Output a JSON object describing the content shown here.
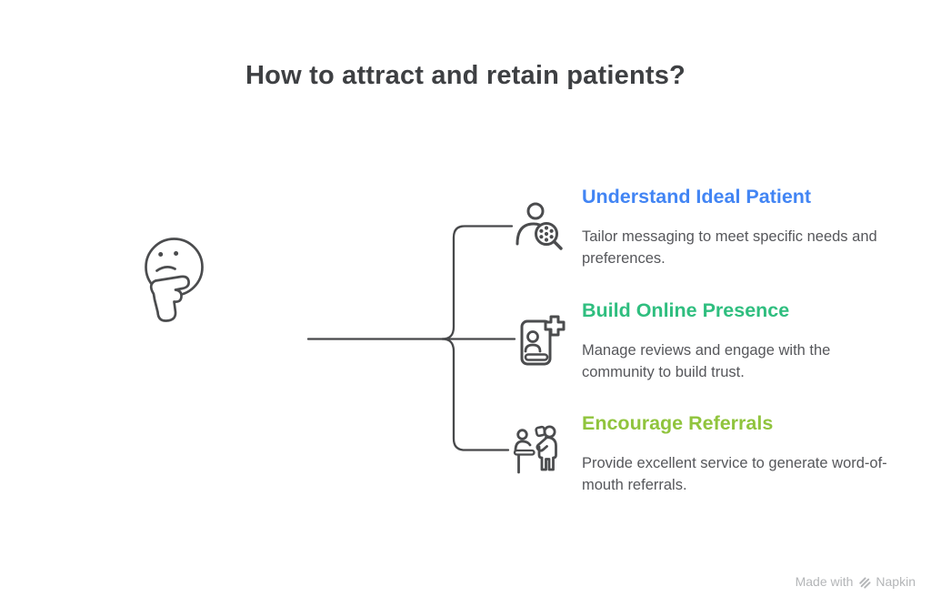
{
  "title": "How to attract and retain patients?",
  "colors": {
    "title_text": "#3e4043",
    "body_text": "#56575b",
    "connector": "#47484a",
    "icon_stroke": "#4b4c4e",
    "heading_blue": "#4285f4",
    "heading_green": "#2fbe7f",
    "heading_lime": "#90c43d",
    "watermark_gray": "#b4b6b8"
  },
  "root_icon": "thinking-face-icon",
  "items": [
    {
      "icon": "patient-search-icon",
      "heading": "Understand Ideal Patient",
      "heading_color": "#4285f4",
      "description": "Tailor messaging to meet specific needs and preferences."
    },
    {
      "icon": "profile-card-plus-icon",
      "heading": "Build Online Presence",
      "heading_color": "#2fbe7f",
      "description": "Manage reviews and engage with the community to build trust."
    },
    {
      "icon": "referral-people-icon",
      "heading": "Encourage Referrals",
      "heading_color": "#90c43d",
      "description": "Provide excellent service to generate word-of-mouth referrals."
    }
  ],
  "watermark": {
    "prefix": "Made with",
    "brand": "Napkin",
    "logo": "napkin-logo-icon"
  }
}
